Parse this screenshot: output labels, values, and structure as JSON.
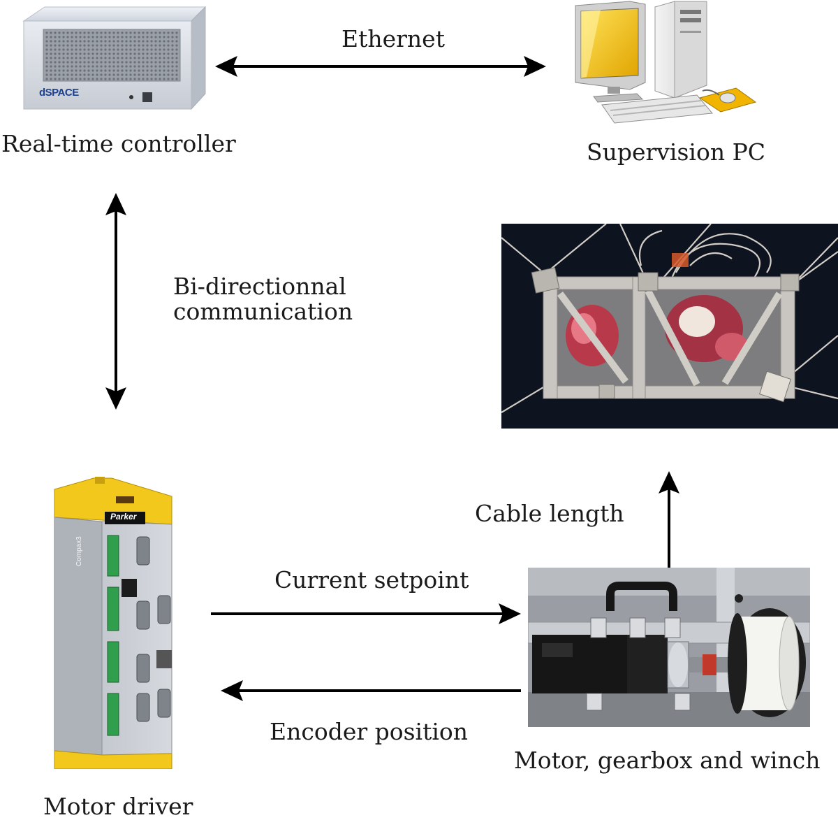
{
  "nodes": {
    "realtime_controller": {
      "label": "Real-time controller",
      "brand": "dSPACE"
    },
    "supervision_pc": {
      "label": "Supervision PC"
    },
    "motor_driver": {
      "label": "Motor driver",
      "brand": "Parker",
      "side_text": "Compax3"
    },
    "motor_unit": {
      "label": "Motor, gearbox and winch"
    },
    "robot_photo": {
      "label": ""
    }
  },
  "edges": {
    "ethernet": {
      "label": "Ethernet",
      "direction": "bidirectional"
    },
    "bidirectional": {
      "label_line1": "Bi-directionnal",
      "label_line2": "communication",
      "direction": "bidirectional"
    },
    "current_setpoint": {
      "label": "Current setpoint",
      "direction": "to motor"
    },
    "encoder_position": {
      "label": "Encoder position",
      "direction": "to driver"
    },
    "cable_length": {
      "label": "Cable length",
      "direction": "to robot"
    }
  },
  "colors": {
    "arrow": "#000000",
    "driver_yellow": "#f3c81c",
    "pc_screen": "#f2c200",
    "robot_background": "#0e1320"
  }
}
